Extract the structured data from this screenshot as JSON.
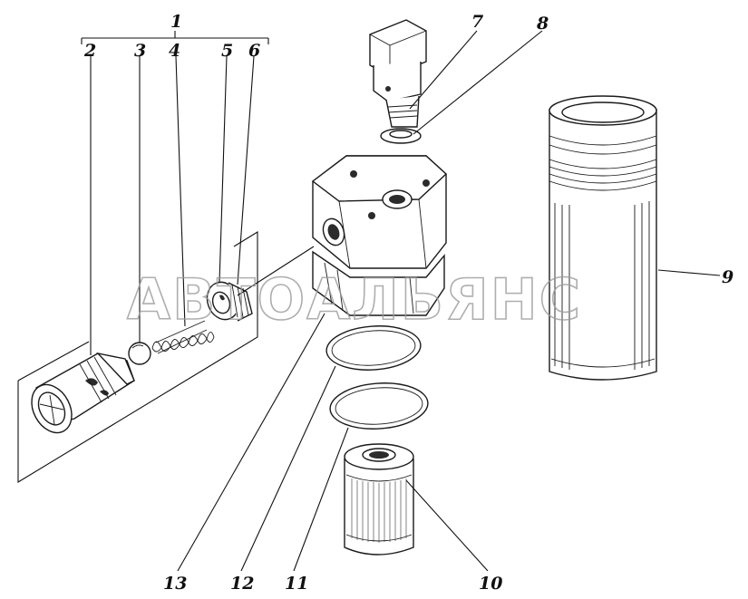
{
  "watermark": "АВТОАЛЬЯНС",
  "callouts": {
    "c1": "1",
    "c2": "2",
    "c3": "3",
    "c4": "4",
    "c5": "5",
    "c6": "6",
    "c7": "7",
    "c8": "8",
    "c9": "9",
    "c10": "10",
    "c11": "11",
    "c12": "12",
    "c13": "13"
  },
  "colors": {
    "ink": "#1a1a1a",
    "watermark": "#9a9a9a",
    "background": "#ffffff"
  }
}
